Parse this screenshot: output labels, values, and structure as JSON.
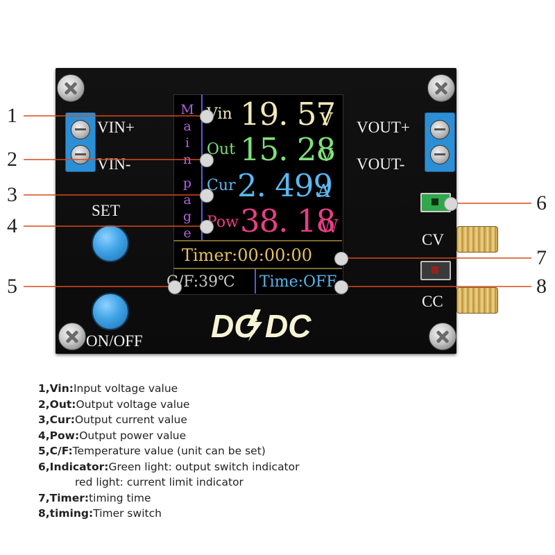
{
  "board": {
    "vin_plus": "VIN+",
    "vin_minus": "VIN-",
    "vout_plus": "VOUT+",
    "vout_minus": "VOUT-",
    "set_label": "SET",
    "onoff_label": "ON/OFF",
    "cv_label": "CV",
    "cc_label": "CC",
    "logo_left": "DC",
    "logo_right": "DC"
  },
  "lcd": {
    "main_page_chars": [
      "M",
      "a",
      "i",
      "n",
      " ",
      "p",
      "a",
      "g",
      "e"
    ],
    "rows": [
      {
        "label": "Vin",
        "value": "19. 57",
        "unit": "V",
        "color": "#f0e9b8"
      },
      {
        "label": "Out",
        "value": "15. 28",
        "unit": "V",
        "color": "#7fe07a"
      },
      {
        "label": "Cur",
        "value": "2. 499",
        "unit": "A",
        "color": "#5ab8ef"
      },
      {
        "label": "Pow",
        "value": "38. 18",
        "unit": "W",
        "color": "#e83e86"
      }
    ],
    "timer_text": "Timer:00:00:00",
    "temp_text": "C/F:39℃",
    "timing_text": "Time:OFF",
    "temp_color": "#c9c9c9",
    "timing_color": "#5ab8ef"
  },
  "callouts": [
    "1",
    "2",
    "3",
    "4",
    "5",
    "6",
    "7",
    "8"
  ],
  "legend": [
    {
      "key": "1,Vin:",
      "text": "Input voltage value"
    },
    {
      "key": "2,Out:",
      "text": "Output voltage value"
    },
    {
      "key": "3,Cur:",
      "text": "Output current value"
    },
    {
      "key": "4,Pow:",
      "text": "Output power value"
    },
    {
      "key": "5,C/F:",
      "text": "Temperature value (unit can be set)"
    },
    {
      "key": "6,Indicator:",
      "text": "Green light: output switch indicator"
    },
    {
      "key": "",
      "text": "red light: current limit indicator"
    },
    {
      "key": "7,Timer:",
      "text": "timing time"
    },
    {
      "key": "8,timing:",
      "text": "Timer switch"
    }
  ]
}
